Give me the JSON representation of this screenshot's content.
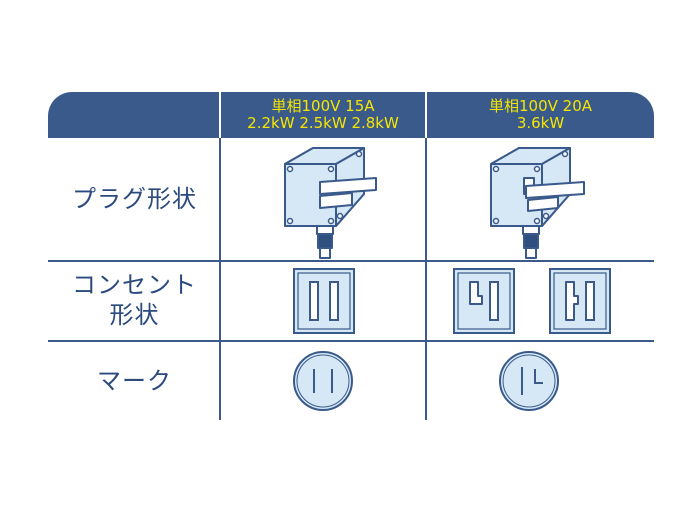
{
  "columns": [
    {
      "line1": "単相100V 15A",
      "line2": "2.2kW  2.5kW  2.8kW"
    },
    {
      "line1": "単相100V 20A",
      "line2": "3.6kW"
    }
  ],
  "rows": {
    "plug": {
      "line1": "プラグ形状"
    },
    "outlet": {
      "line1": "コンセント",
      "line2": "形状"
    },
    "mark": {
      "line1": "マーク"
    }
  },
  "colors": {
    "header_bg": "#3a5a8c",
    "header_text": "#f5e600",
    "label_text": "#2b4a7e",
    "icon_fill": "#d6e8f5",
    "icon_stroke": "#3a5a8c"
  }
}
